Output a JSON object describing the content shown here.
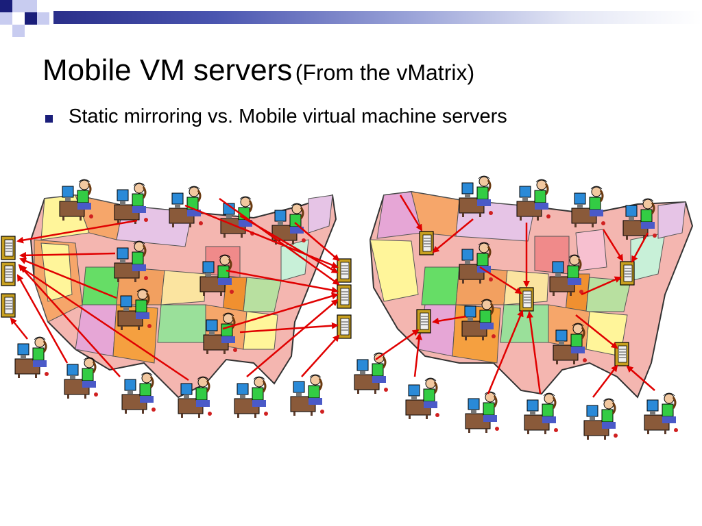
{
  "slide": {
    "title": "Mobile VM servers",
    "title_suffix": "(From the vMatrix)",
    "bullets": [
      "Static mirroring vs. Mobile virtual machine servers"
    ]
  },
  "colors": {
    "accent": "#1a1e7a",
    "arrow": "#e00000",
    "server": "#c8a020"
  }
}
